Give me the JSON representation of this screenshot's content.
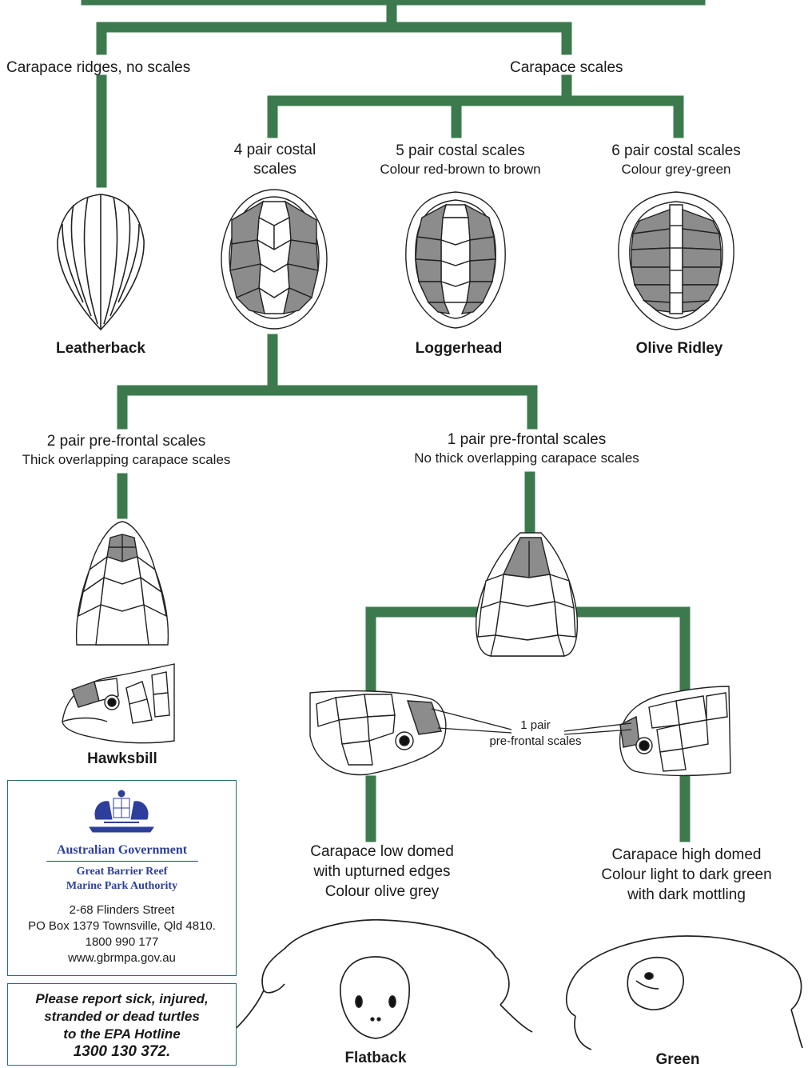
{
  "branches": {
    "ridges": "Carapace ridges, no scales",
    "scales": "Carapace scales",
    "four_pair": [
      "4 pair costal",
      "scales"
    ],
    "five_pair": [
      "5 pair costal scales",
      "Colour red-brown to brown"
    ],
    "six_pair": [
      "6 pair costal scales",
      "Colour grey-green"
    ],
    "two_prefrontal": [
      "2 pair pre-frontal scales",
      "Thick overlapping carapace scales"
    ],
    "one_prefrontal": [
      "1 pair pre-frontal scales",
      "No thick overlapping carapace scales"
    ],
    "one_pair_label": [
      "1 pair",
      "pre-frontal scales"
    ],
    "low_domed": [
      "Carapace low domed",
      "with upturned edges",
      "Colour olive grey"
    ],
    "high_domed": [
      "Carapace high domed",
      "Colour light to dark green",
      "with dark mottling"
    ]
  },
  "species": {
    "leatherback": "Leatherback",
    "loggerhead": "Loggerhead",
    "olive_ridley": "Olive Ridley",
    "hawksbill": "Hawksbill",
    "flatback": "Flatback",
    "green": "Green"
  },
  "contact": {
    "gov_line1": "Australian Government",
    "gov_line2": "Great Barrier Reef",
    "gov_line3": "Marine Park Authority",
    "address1": "2-68 Flinders Street",
    "address2": "PO Box 1379  Townsville, Qld  4810.",
    "phone": "1800 990 177",
    "web": "www.gbrmpa.gov.au"
  },
  "report": {
    "line1": "Please report sick, injured,",
    "line2": "stranded or dead turtles",
    "line3": "to the EPA Hotline",
    "hotline": "1300 130 372."
  },
  "colors": {
    "tree_line": "#3c7a4e",
    "scale_fill": "#8c8c8c",
    "box_border": "#2a6f6a",
    "gov_text": "#2d3f9a"
  }
}
